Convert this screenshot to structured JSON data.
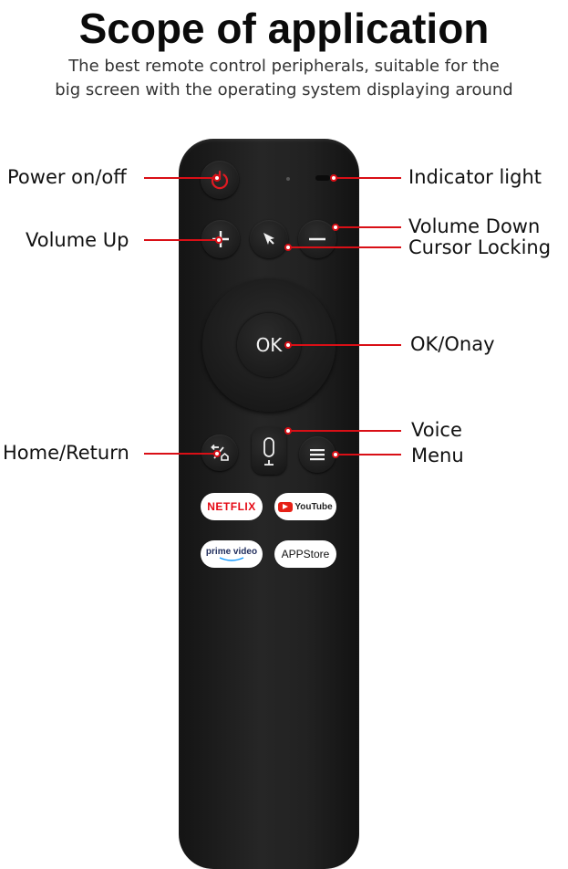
{
  "header": {
    "title": "Scope of application",
    "subtitle_line1": "The best remote control peripherals, suitable for the",
    "subtitle_line2": "big screen with the operating system displaying around"
  },
  "labels": {
    "power": "Power on/off",
    "indicator": "Indicator light",
    "volume_up": "Volume Up",
    "volume_down": "Volume Down",
    "cursor": "Cursor Locking",
    "ok": "OK/Onay",
    "voice": "Voice",
    "home_return": "Home/Return",
    "menu": "Menu"
  },
  "buttons": {
    "ok_text": "OK",
    "netflix": "NETFLIX",
    "youtube": "YouTube",
    "prime": "prime video",
    "appstore": "APPStore"
  },
  "colors": {
    "callout": "#d90f16",
    "remote": "#1e1e1e",
    "netflix": "#e50914",
    "youtube": "#e62117",
    "prime": "#1399ff"
  }
}
